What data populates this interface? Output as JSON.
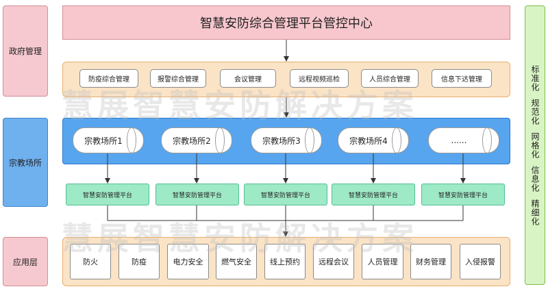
{
  "title": "智慧安防综合管理平台管控中心",
  "left_labels": {
    "gov": "政府管理",
    "religious": "宗教场所",
    "app": "应用层"
  },
  "mgmt_items": [
    "防疫综合管理",
    "报警综合管理",
    "会议管理",
    "远程视频巡检",
    "人员综合管理",
    "信息下达管理"
  ],
  "venues": [
    "宗教场所1",
    "宗教场所2",
    "宗教场所3",
    "宗教场所4",
    "......"
  ],
  "platform_label": "智慧安防管理平台",
  "app_items": [
    "防火",
    "防疫",
    "电力安全",
    "燃气安全",
    "线上预约",
    "远程会议",
    "人员管理",
    "财务管理",
    "入侵报警"
  ],
  "right_items": [
    "标准化",
    "规范化",
    "网格化",
    "信息化",
    "精细化"
  ],
  "watermark": "慧展智慧安防解决方案",
  "colors": {
    "title_bg": "#f7c7cd",
    "orange_panel": "#fbe3c6",
    "blue_panel": "#56a5ee",
    "green_box": "#9ee9c6",
    "right_col": "#d9f4c4"
  }
}
